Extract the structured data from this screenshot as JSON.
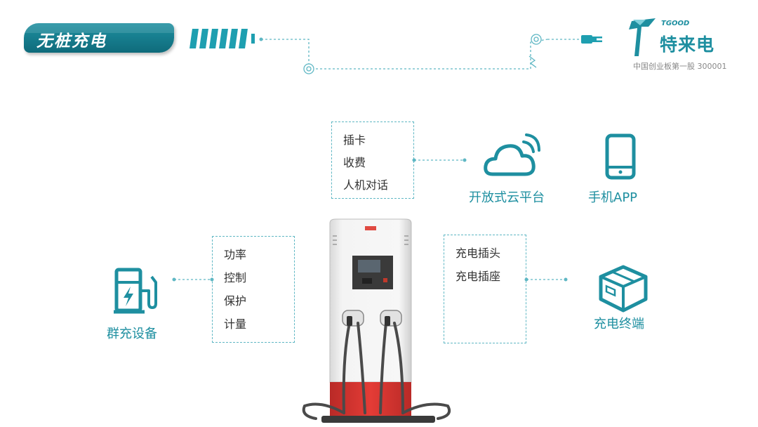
{
  "header": {
    "title": "无桩充电"
  },
  "logo": {
    "tgood": "TGOOD",
    "brand": "特来电",
    "slogan": "中国创业板第一股 300001"
  },
  "box_top": {
    "items": [
      "插卡",
      "收费",
      "人机对话"
    ]
  },
  "box_left": {
    "items": [
      "功率",
      "控制",
      "保护",
      "计量"
    ]
  },
  "box_right": {
    "items": [
      "充电插头",
      "充电插座"
    ]
  },
  "labels": {
    "cloud": "开放式云平台",
    "app": "手机APP",
    "group": "群充设备",
    "terminal": "充电终端"
  },
  "colors": {
    "accent": "#1e8fa0",
    "charger_red": "#e03a35",
    "dashed": "#5fb7c4"
  },
  "icons": [
    "battery-icon",
    "plug-icon",
    "cloud-icon",
    "phone-icon",
    "charging-station-icon",
    "box-icon"
  ]
}
